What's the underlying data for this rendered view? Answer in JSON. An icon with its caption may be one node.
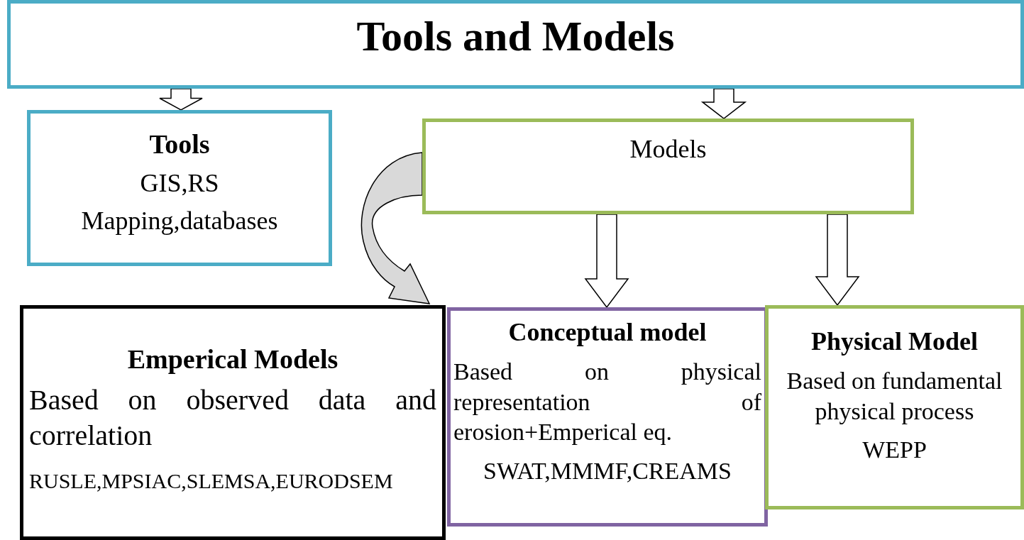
{
  "diagram": {
    "nodes": [
      {
        "text": [
          "Tools and Models"
        ]
      },
      {
        "text": [
          "Tools",
          "GIS,RS",
          "Mapping,databases"
        ]
      },
      {
        "text": [
          "Models"
        ]
      },
      {
        "text": [
          "Emperical Models",
          "Based on observed data and correlation",
          "RUSLE,MPSIAC,SLEMSA,EURODSEM"
        ]
      },
      {
        "text": [
          "Conceptual model",
          "Based on physical representation of erosion+Emperical eq.",
          "SWAT,MMMF,CREAMS"
        ]
      },
      {
        "text": [
          "Physical Model",
          "Based on fundamental physical process",
          "WEPP"
        ]
      }
    ],
    "edges": [
      {
        "from": 0,
        "to": 1,
        "arrow": "to"
      },
      {
        "from": 0,
        "to": 2,
        "arrow": "to"
      },
      {
        "from": 2,
        "to": 4,
        "arrow": "to"
      },
      {
        "from": 2,
        "to": 5,
        "arrow": "to"
      },
      {
        "from": 2,
        "to": 3,
        "arrow": "to"
      }
    ]
  }
}
